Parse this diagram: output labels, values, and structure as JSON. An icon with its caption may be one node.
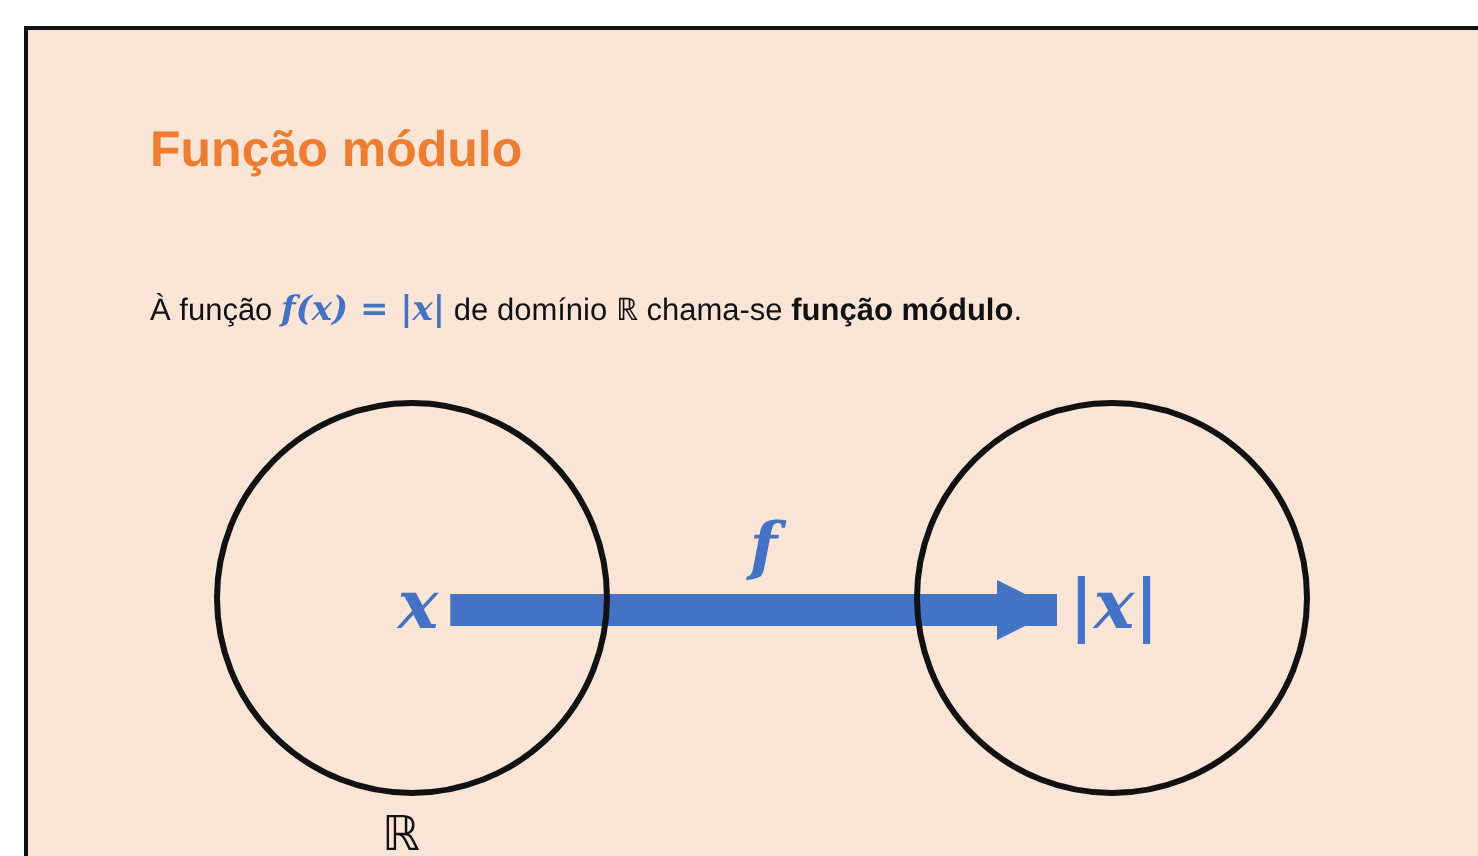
{
  "diagram": {
    "title": "Função módulo",
    "nodes": [
      {
        "text": [],
        "shape": "circle",
        "beside": [
          "ℝ"
        ]
      },
      {
        "text": [
          "x"
        ],
        "in": 0
      },
      {
        "text": [],
        "shape": "circle"
      },
      {
        "text": [
          "|x|"
        ],
        "in": 2
      }
    ],
    "edges": [
      {
        "from": 1,
        "to": 3,
        "arrow": "to",
        "label": "f",
        "color": "#4472c4"
      }
    ],
    "labels": [
      "À função *f(x) = |x|* de domínio ℝ chama-se **função módulo**."
    ]
  }
}
